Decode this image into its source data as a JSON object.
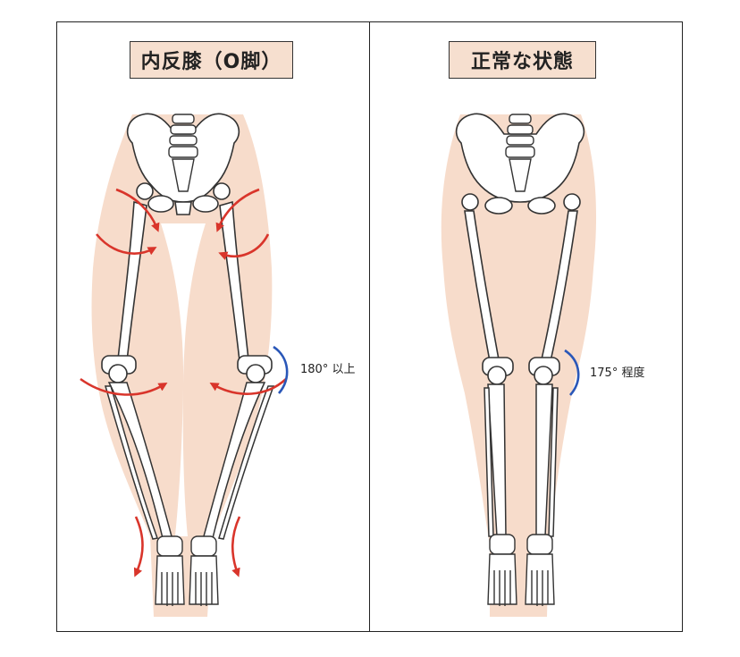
{
  "panels": {
    "left": {
      "title": "内反膝（O脚）",
      "angle_label": "180° 以上"
    },
    "right": {
      "title": "正常な状態",
      "angle_label": "175° 程度"
    }
  },
  "colors": {
    "skin": "#f7dccb",
    "bone_fill": "#ffffff",
    "bone_stroke": "#333333",
    "rotation_arrow": "#d9352b",
    "angle_arc": "#2a57b8",
    "title_bg": "#f6dfcf"
  }
}
